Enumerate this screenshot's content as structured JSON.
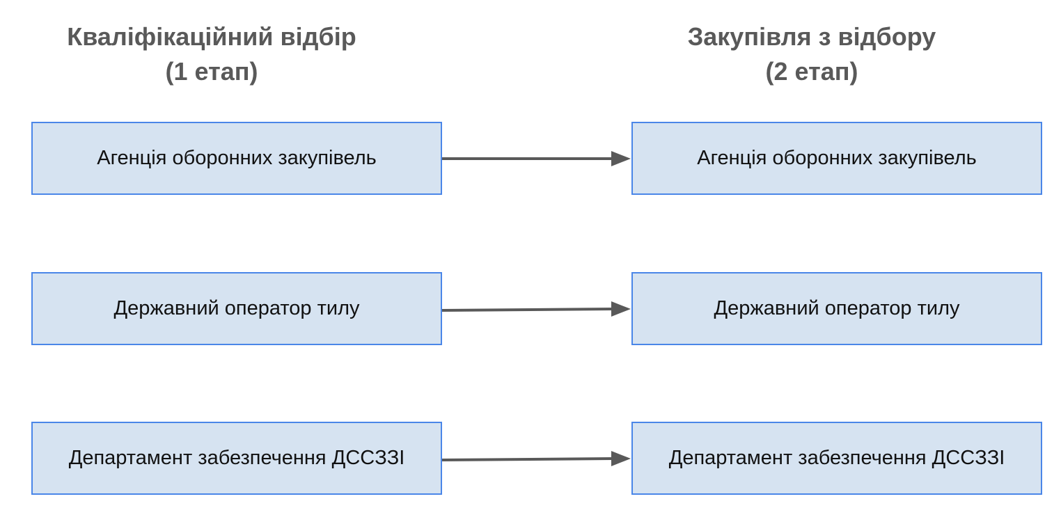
{
  "columns": {
    "left": {
      "line1": "Кваліфікаційний відбір",
      "line2": "(1 етап)"
    },
    "right": {
      "line1": "Закупівля з відбору",
      "line2": "(2 етап)"
    }
  },
  "rows": [
    {
      "left": "Агенція оборонних закупівель",
      "right": "Агенція оборонних закупівель"
    },
    {
      "left": "Державний оператор тилу",
      "right": "Державний оператор тилу"
    },
    {
      "left": "Департамент забезпечення ДСCЗЗІ",
      "right": "Департамент забезпечення ДСCЗЗІ"
    }
  ],
  "colors": {
    "box_fill": "#d6e3f1",
    "box_border": "#4a86e8",
    "arrow": "#595959",
    "title": "#595959"
  }
}
